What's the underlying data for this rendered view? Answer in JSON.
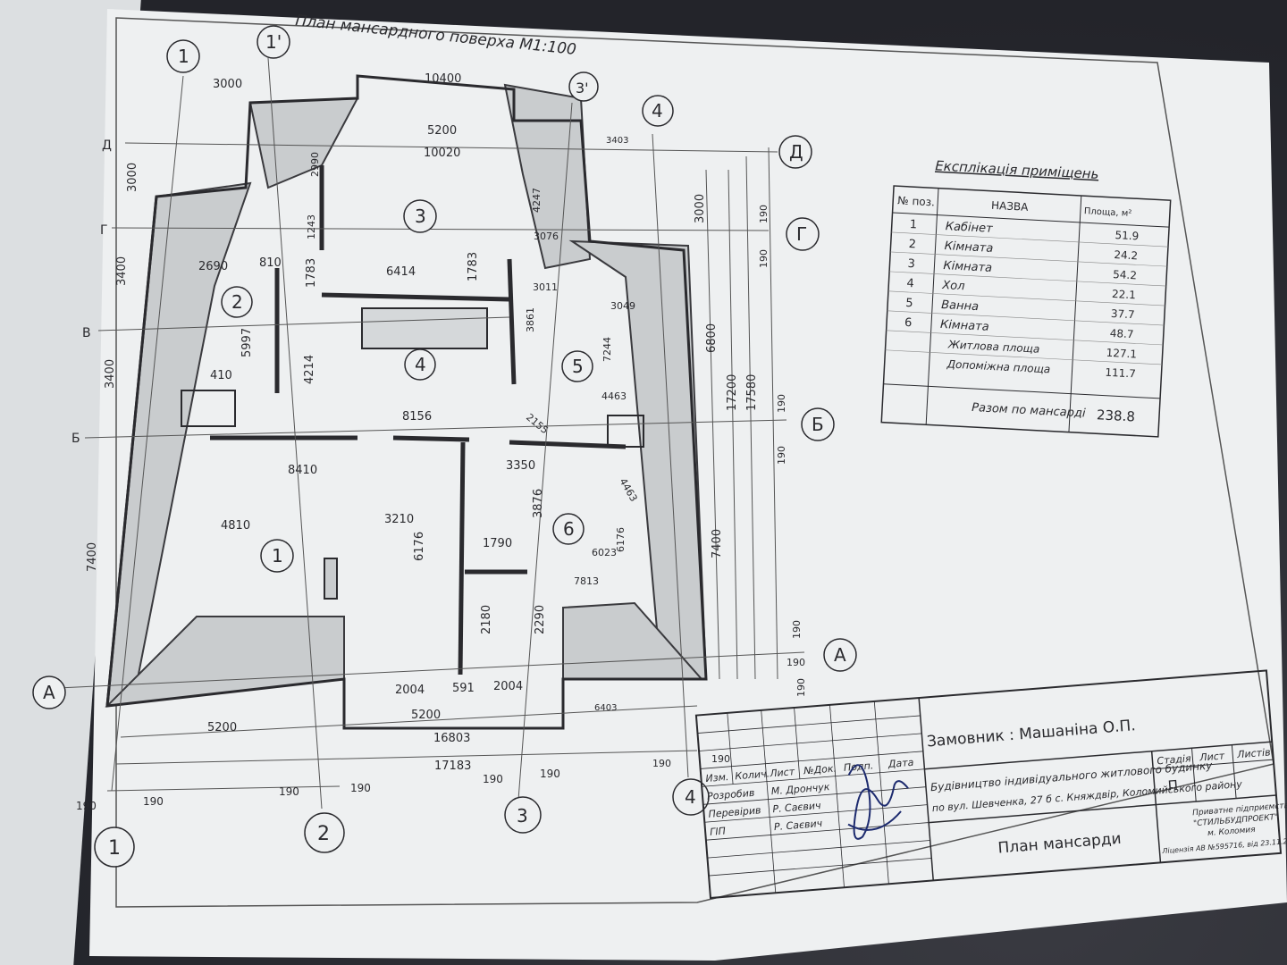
{
  "drawing": {
    "title": "План мансардного поверха  М1:100",
    "axes": {
      "columns": [
        "1",
        "1'",
        "2",
        "3",
        "3'",
        "4"
      ],
      "rows": [
        "А",
        "Б",
        "В",
        "Г",
        "Д"
      ]
    },
    "rooms": [
      "1",
      "2",
      "3",
      "4",
      "5",
      "6"
    ],
    "dimensions": {
      "top": [
        "3000",
        "10400",
        "5200",
        "10020",
        "3403"
      ],
      "left": [
        "3000",
        "3400",
        "3400",
        "7400"
      ],
      "right": [
        "3000",
        "6800",
        "17200",
        "17580",
        "7400",
        "190",
        "190",
        "190",
        "190",
        "190",
        "190"
      ],
      "interior": [
        "2690",
        "810",
        "6414",
        "1783",
        "1783",
        "3011",
        "3076",
        "3049",
        "5997",
        "4214",
        "3861",
        "7244",
        "4247",
        "2990",
        "1243",
        "410",
        "8156",
        "2155",
        "4463",
        "8410",
        "3350",
        "4463",
        "4810",
        "3210",
        "6176",
        "3876",
        "1790",
        "6023",
        "6176",
        "7813",
        "2180",
        "2290"
      ],
      "bottom": [
        "2004",
        "591",
        "2004",
        "5200",
        "5200",
        "6403",
        "16803",
        "17183",
        "190",
        "190",
        "190",
        "190",
        "190",
        "190",
        "190",
        "190",
        "190"
      ]
    }
  },
  "explication": {
    "title": "Експлікація приміщень",
    "headers": [
      "№ поз.",
      "НАЗВА",
      "Площа, м²"
    ],
    "rows": [
      {
        "n": "1",
        "name": "Кабінет",
        "area": "51.9"
      },
      {
        "n": "2",
        "name": "Кімната",
        "area": "24.2"
      },
      {
        "n": "3",
        "name": "Кімната",
        "area": "54.2"
      },
      {
        "n": "4",
        "name": "Хол",
        "area": "22.1"
      },
      {
        "n": "5",
        "name": "Ванна",
        "area": "37.7"
      },
      {
        "n": "6",
        "name": "Кімната",
        "area": "48.7"
      }
    ],
    "living_label": "Житлова площа",
    "living_value": "127.1",
    "aux_label": "Допоміжна площа",
    "aux_value": "111.7",
    "total_label": "Разом по мансарді",
    "total_value": "238.8"
  },
  "title_block": {
    "customer": "Замовник : Машаніна О.П.",
    "col_headers": [
      "Изм.",
      "Колич.",
      "Лист",
      "№Док.",
      "Подп.",
      "Дата"
    ],
    "roles": [
      {
        "role": "Розробив",
        "name": "М. Дрончук"
      },
      {
        "role": "Перевірив",
        "name": "Р. Саєвич"
      },
      {
        "role": "ГІП",
        "name": "Р. Саєвич"
      }
    ],
    "project_line1": "Будівництво індивідуального житлового будинку",
    "project_line2": "по вул. Шевченка, 27 б с. Княждвір, Коломийського району",
    "stage_headers": [
      "Стадія",
      "Лист",
      "Листів"
    ],
    "stage": "П",
    "sheet_name": "План мансарди",
    "org_line1": "Приватне підприємство",
    "org_line2": "\"СТИЛЬБУДПРОЕКТ\"",
    "org_line3": "м. Коломия",
    "org_line4": "Ліцензія АВ №595716, від 23.11.2"
  }
}
